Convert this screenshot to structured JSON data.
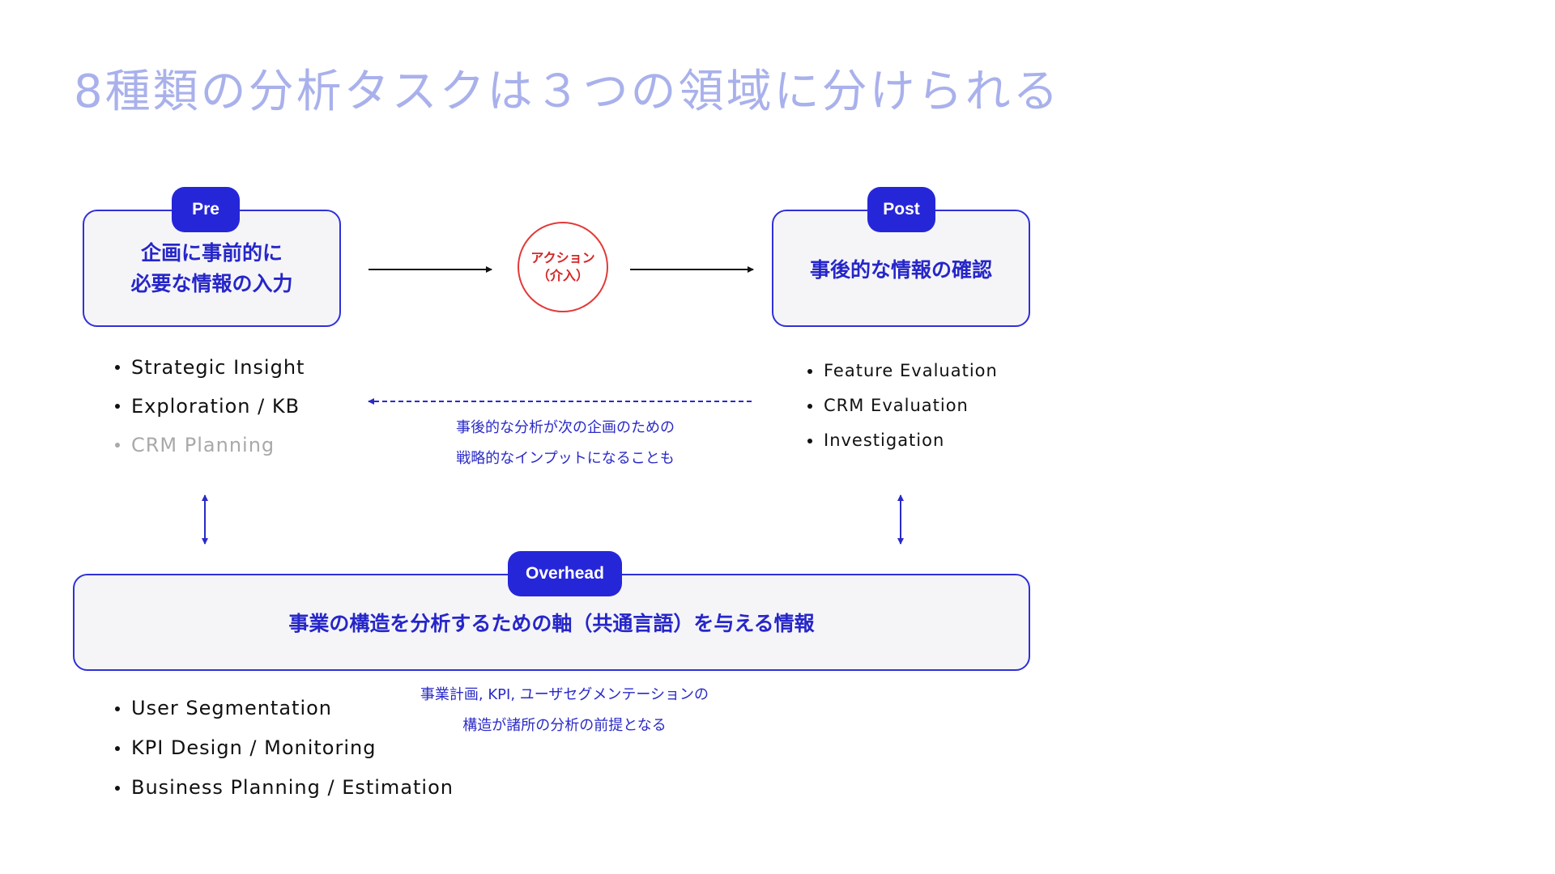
{
  "title": "8種類の分析タスクは３つの領域に分けられる",
  "pre": {
    "badge": "Pre",
    "line1": "企画に事前的に",
    "line2": "必要な情報の入力",
    "items": [
      "Strategic Insight",
      "Exploration / KB",
      "CRM Planning"
    ]
  },
  "action": {
    "line1": "アクション",
    "line2": "（介入）"
  },
  "post": {
    "badge": "Post",
    "text": "事後的な情報の確認",
    "items": [
      "Feature Evaluation",
      "CRM Evaluation",
      "Investigation"
    ]
  },
  "feedback_note": {
    "line1": "事後的な分析が次の企画のための",
    "line2": "戦略的なインプットになることも"
  },
  "overhead": {
    "badge": "Overhead",
    "text": "事業の構造を分析するための軸（共通言語）を与える情報",
    "items": [
      "User Segmentation",
      "KPI Design / Monitoring",
      "Business Planning / Estimation"
    ],
    "note_line1": "事業計画, KPI, ユーザセグメンテーションの",
    "note_line2": "構造が諸所の分析の前提となる"
  },
  "colors": {
    "accent": "#2626d9",
    "title": "#a9b1ec",
    "action": "#e23a3a",
    "box_fill": "#f5f5f8",
    "muted_item": "#a9a9a9"
  }
}
